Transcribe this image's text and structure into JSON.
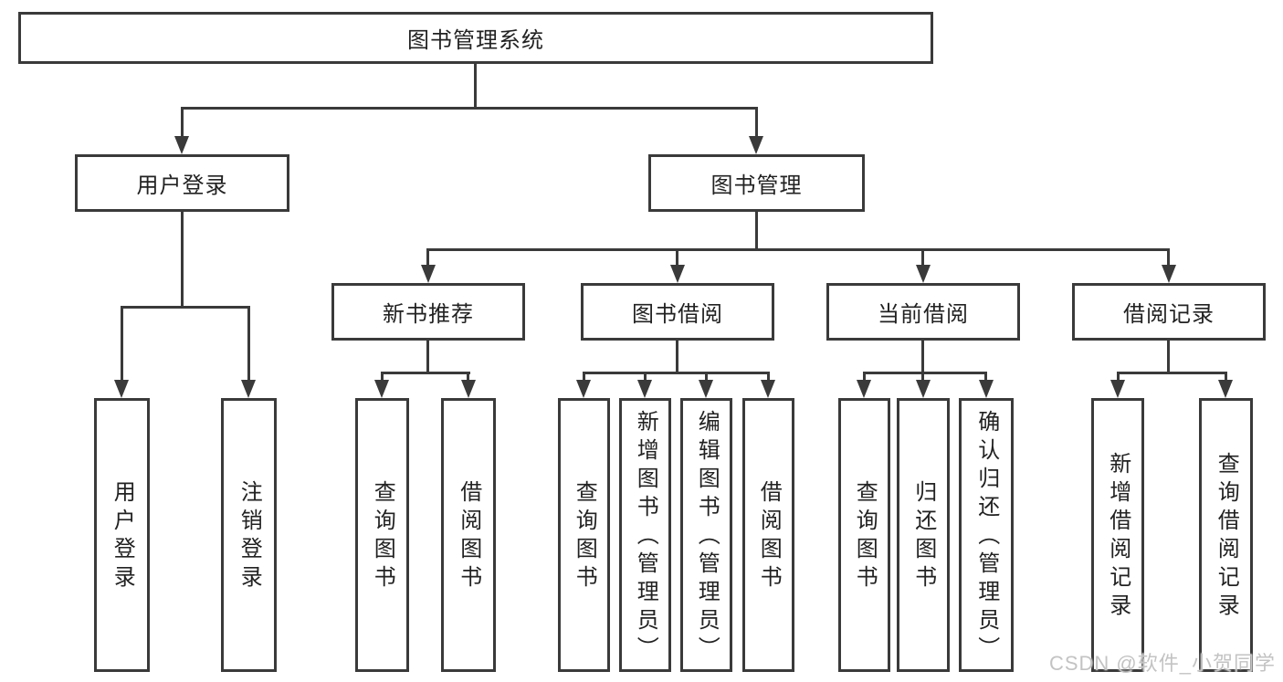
{
  "diagram_type": "tree",
  "watermark": "CSDN @软件_小贺同学",
  "colors": {
    "line": "#3a3a3a",
    "text": "#222222",
    "box_background": "#ffffff",
    "page_background": "#ffffff",
    "watermark": "#c3c3c3"
  },
  "nodes": {
    "root": {
      "label": "图书管理系统"
    },
    "level2": [
      {
        "label": "用户登录",
        "parent": "图书管理系统"
      },
      {
        "label": "图书管理",
        "parent": "图书管理系统"
      }
    ],
    "level3": [
      {
        "label": "新书推荐",
        "parent": "图书管理"
      },
      {
        "label": "图书借阅",
        "parent": "图书管理"
      },
      {
        "label": "当前借阅",
        "parent": "图书管理"
      },
      {
        "label": "借阅记录",
        "parent": "图书管理"
      }
    ],
    "leaves": [
      {
        "label": "用户登录",
        "parent": "用户登录"
      },
      {
        "label": "注销登录",
        "parent": "用户登录"
      },
      {
        "label": "查询图书",
        "parent": "新书推荐"
      },
      {
        "label": "借阅图书",
        "parent": "新书推荐"
      },
      {
        "label": "查询图书",
        "parent": "图书借阅"
      },
      {
        "label": "新增图书（管理员）",
        "parent": "图书借阅"
      },
      {
        "label": "编辑图书（管理员）",
        "parent": "图书借阅"
      },
      {
        "label": "借阅图书",
        "parent": "图书借阅"
      },
      {
        "label": "查询图书",
        "parent": "当前借阅"
      },
      {
        "label": "归还图书",
        "parent": "当前借阅"
      },
      {
        "label": "确认归还（管理员）",
        "parent": "当前借阅"
      },
      {
        "label": "新增借阅记录",
        "parent": "借阅记录"
      },
      {
        "label": "查询借阅记录",
        "parent": "借阅记录"
      }
    ]
  }
}
